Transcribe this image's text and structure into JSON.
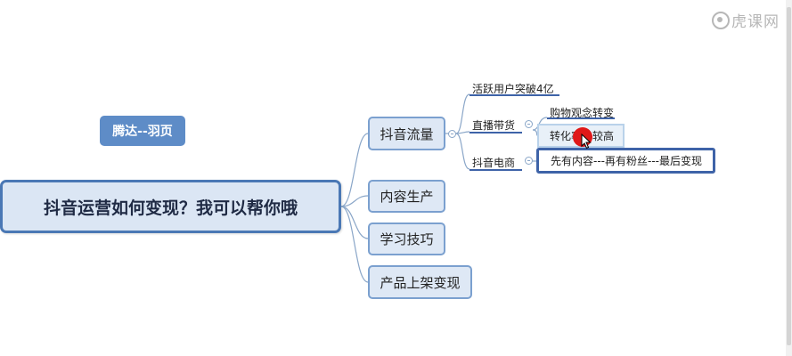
{
  "watermark": {
    "text": "虎课网"
  },
  "mindmap": {
    "root": "抖音运营如何变现？我可以帮你哦",
    "floating_topic": "腾达--羽页",
    "main_topics": [
      {
        "label": "抖音流量"
      },
      {
        "label": "内容生产"
      },
      {
        "label": "学习技巧"
      },
      {
        "label": "产品上架变现"
      }
    ],
    "subtopics": {
      "huoyue": "活跃用户突破4亿",
      "zhibo": "直播带货",
      "dianshang": "抖音电商",
      "gouwu": "购物观念转变",
      "zhuanhua": "转化率比较高",
      "xianyou": "先有内容---再有粉丝---最后变现"
    }
  },
  "colors": {
    "root_border": "#4a78b5",
    "topic_fill": "#dee8f5",
    "floating_fill": "#5e8cc7",
    "selection_border": "#3e63a8",
    "cursor": "#e01818"
  }
}
